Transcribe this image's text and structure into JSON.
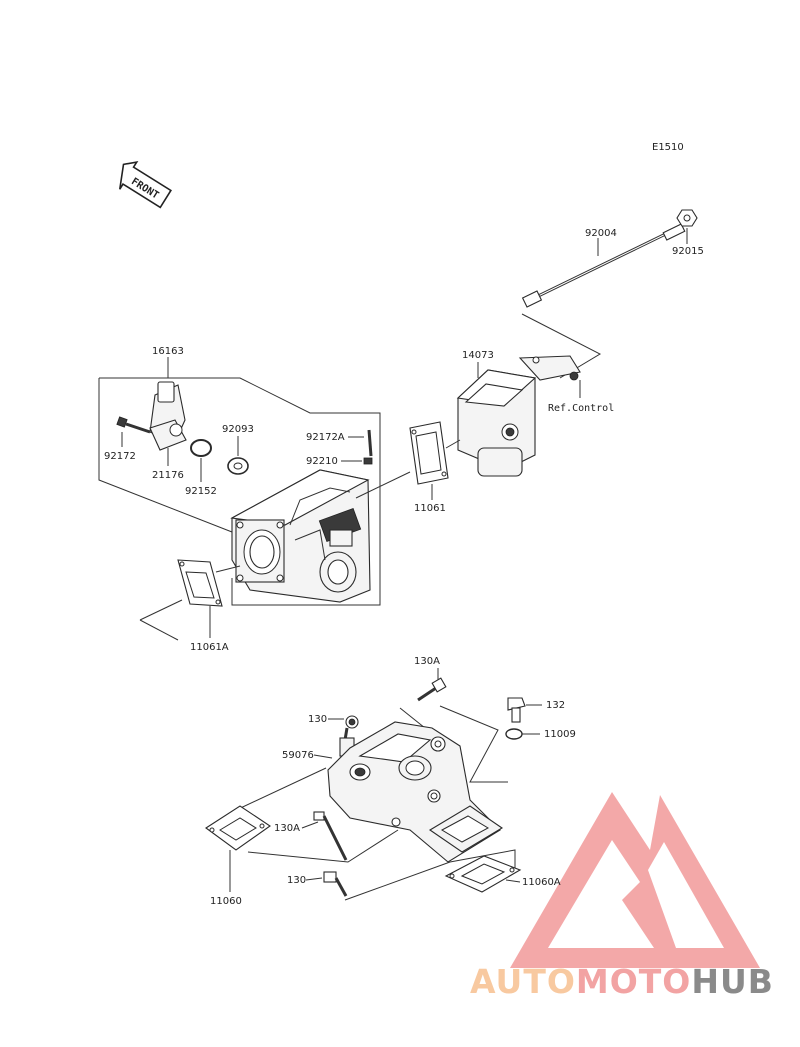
{
  "diagram_code": "E1510",
  "front_label": "FRONT",
  "ref_label": "Ref.Control",
  "part_numbers": {
    "p92004": "92004",
    "p92015": "92015",
    "p14073": "14073",
    "p16163": "16163",
    "p92172": "92172",
    "p21176": "21176",
    "p92152": "92152",
    "p92093": "92093",
    "p92172A": "92172A",
    "p92210": "92210",
    "p11061": "11061",
    "p11061A": "11061A",
    "p130A_top": "130A",
    "p132": "132",
    "p130_top": "130",
    "p11009": "11009",
    "p59076": "59076",
    "p130A_bottom": "130A",
    "p130_bottom": "130",
    "p11060": "11060",
    "p11060A": "11060A"
  },
  "watermark": {
    "part1": "AUTO",
    "part2": "MOTO",
    "part3": "HUB",
    "colors": {
      "orange": "#f8c9a0",
      "pink": "#f2a3a3",
      "gray": "#8a8a8a"
    }
  }
}
